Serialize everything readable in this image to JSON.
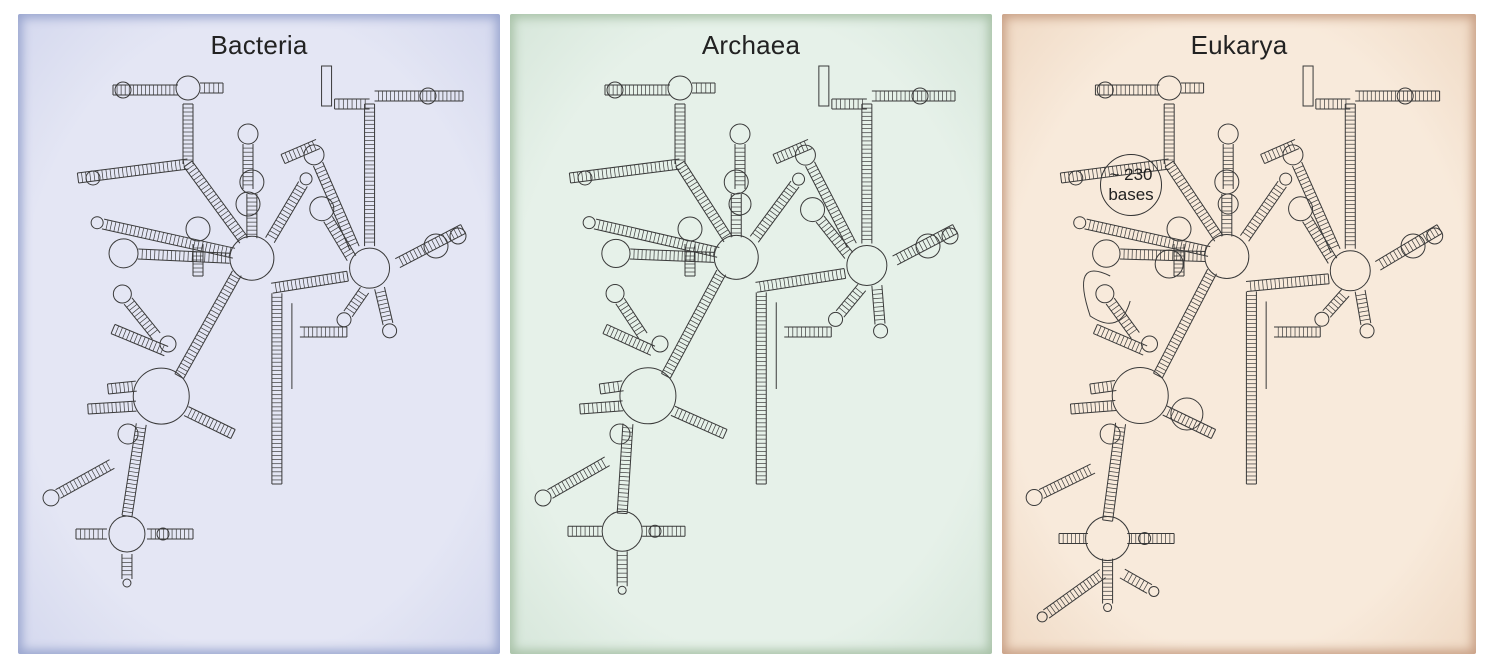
{
  "panels": [
    {
      "key": "bacteria",
      "title": "Bacteria",
      "fill": "#e4e6f4",
      "edge": "#9aa6cf"
    },
    {
      "key": "archaea",
      "title": "Archaea",
      "fill": "#e6f1e9",
      "edge": "#a9c2a8"
    },
    {
      "key": "eukarya",
      "title": "Eukarya",
      "fill": "#f8eadb",
      "edge": "#c9a187"
    }
  ],
  "callout": {
    "line1": "~ 230",
    "line2": "bases"
  },
  "colors": {
    "stroke": "#3a3a3a"
  }
}
